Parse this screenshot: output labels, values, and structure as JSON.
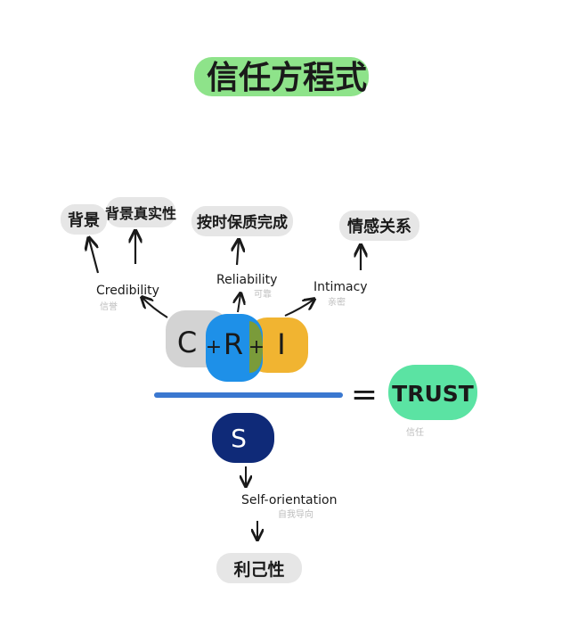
{
  "title": "信任方程式",
  "formula": {
    "c": "C",
    "r": "R",
    "i": "I",
    "s": "S",
    "plus": "+",
    "equals": "=",
    "result": "TRUST",
    "result_caption": "信任"
  },
  "credibility": {
    "label": "Credibility",
    "caption": "信誉",
    "leaf_background": "背景",
    "leaf_authenticity": "背景真实性"
  },
  "reliability": {
    "label": "Reliability",
    "caption": "可靠",
    "leaf": "按时保质完成"
  },
  "intimacy": {
    "label": "Intimacy",
    "caption": "亲密",
    "leaf": "情感关系"
  },
  "self_orientation": {
    "label": "Self-orientation",
    "caption": "自我导向",
    "leaf": "利己性"
  },
  "colors": {
    "title_highlight": "#8ee38a",
    "c_bubble": "#d3d3d3",
    "r_bubble": "#1e90e8",
    "i_bubble": "#f1b431",
    "overlap": "#7a9b3a",
    "fraction_line": "#3a78d0",
    "s_bubble": "#0f2a78",
    "trust_bubble": "#5be3a3",
    "label_pill": "#e6e6e6"
  }
}
